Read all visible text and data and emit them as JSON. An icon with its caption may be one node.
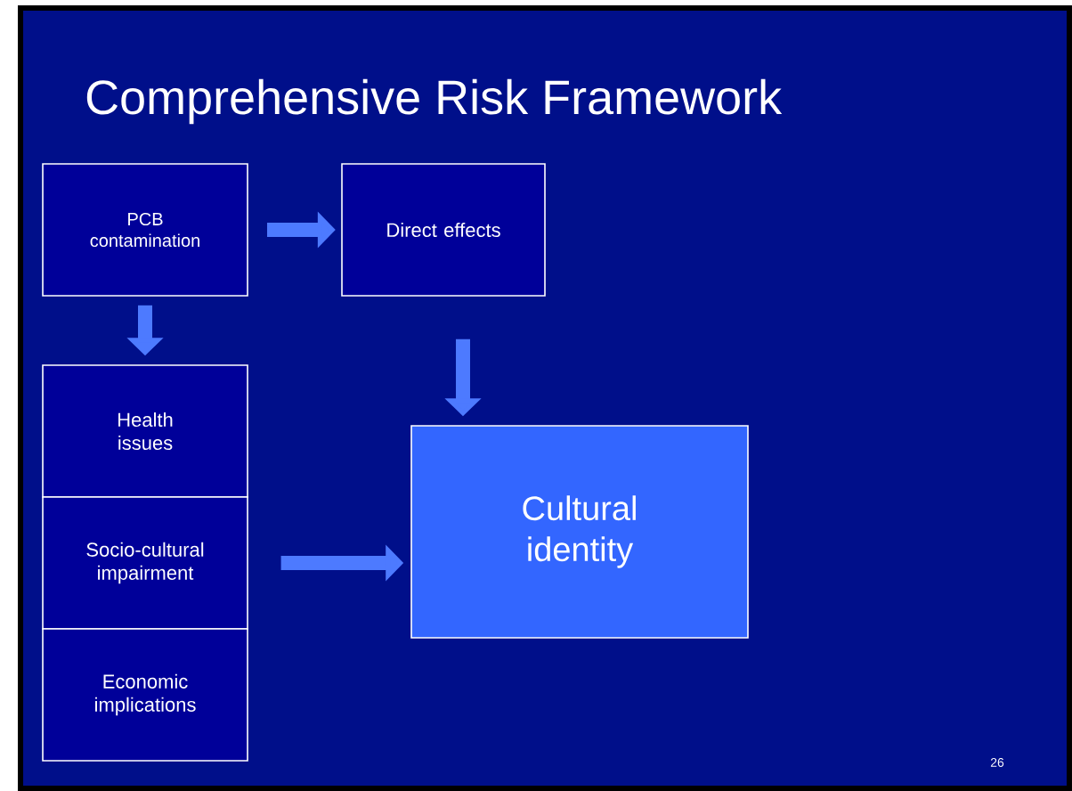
{
  "diagram": {
    "title": "Comprehensive Risk Framework",
    "nodes": [
      {
        "text": [
          "PCB contamination"
        ]
      },
      {
        "text": [
          "Direct effects"
        ]
      },
      {
        "text": [
          "Health issues"
        ]
      },
      {
        "text": [
          "Socio-cultural impairment"
        ]
      },
      {
        "text": [
          "Economic implications"
        ]
      },
      {
        "text": [
          "Cultural identity"
        ]
      }
    ],
    "edges": [
      {
        "from": 0,
        "to": 1,
        "arrow": "to"
      },
      {
        "from": 0,
        "to": 2,
        "arrow": "to"
      },
      {
        "from": 1,
        "to": 5,
        "arrow": "to"
      },
      {
        "from": 3,
        "to": 5,
        "arrow": "to"
      }
    ],
    "labels": [
      "26"
    ]
  }
}
